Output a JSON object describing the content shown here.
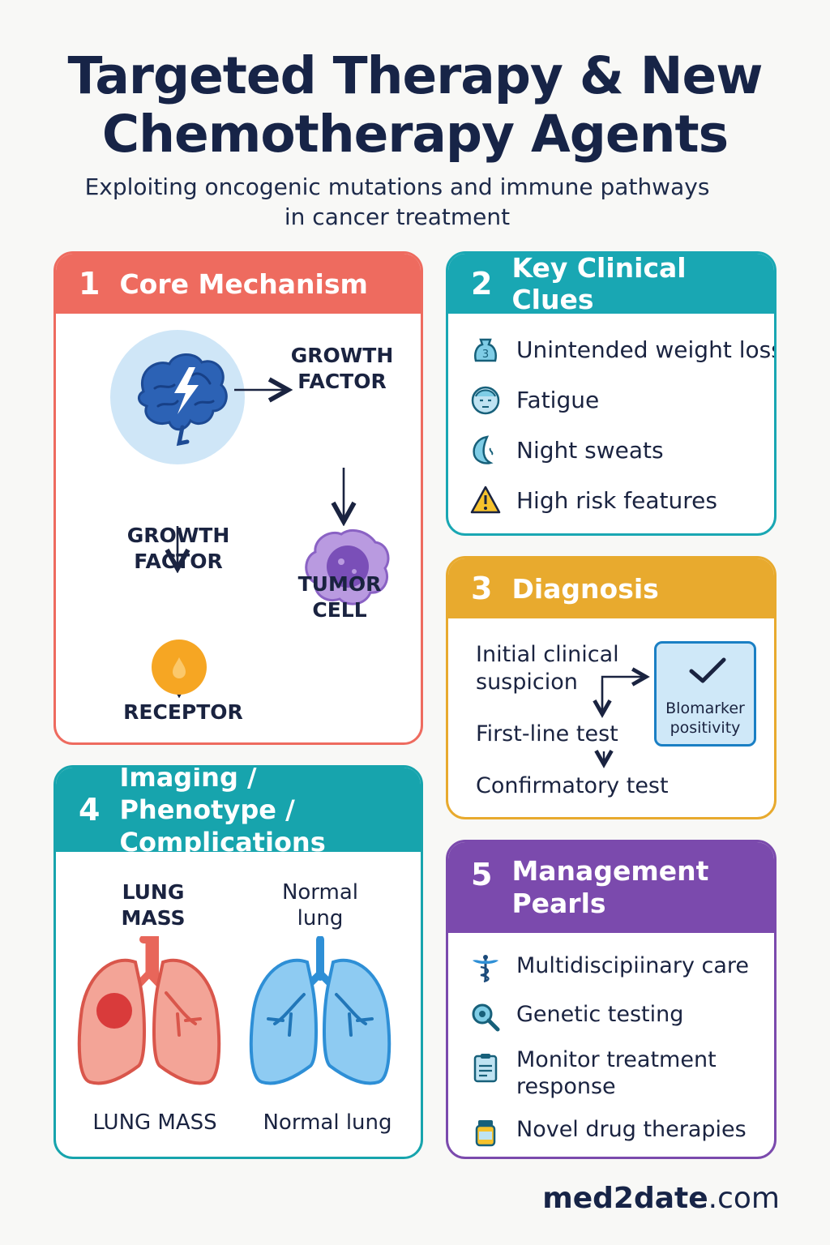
{
  "header": {
    "title_line1": "Targeted Therapy & New",
    "title_line2": "Chemotherapy Agents",
    "subtitle_line1": "Exploiting oncogenic mutations and immune pathways",
    "subtitle_line2": "in cancer treatment"
  },
  "core": {
    "num": "1",
    "title": "Core Mechanism",
    "growth_factor_right_1": "GROWTH",
    "growth_factor_right_2": "FACTOR",
    "growth_factor_left_1": "GROWTH",
    "growth_factor_left_2": "FACTOR",
    "tumor_1": "TUMOR",
    "tumor_2": "CELL",
    "receptor": "RECEPTOR"
  },
  "clues": {
    "num": "2",
    "title": "Key Clinical Clues",
    "items": [
      {
        "label": "Unintended weight loss",
        "icon": "weight-icon"
      },
      {
        "label": "Fatigue",
        "icon": "tired-face-icon"
      },
      {
        "label": "Night sweats",
        "icon": "moon-icon"
      },
      {
        "label": "High risk features",
        "icon": "warning-icon"
      }
    ]
  },
  "diagnosis": {
    "num": "3",
    "title": "Diagnosis",
    "step1_line1": "Initial clinical",
    "step1_line2": "suspicion",
    "step2": "First-line test",
    "step3": "Confirmatory test",
    "biomarker_line1": "Blomarker",
    "biomarker_line2": "positivity"
  },
  "imaging": {
    "num": "4",
    "title_line1": "Imaging / Phenotype /",
    "title_line2": "Complications",
    "top_left_1": "LUNG",
    "top_left_2": "MASS",
    "top_right_1": "Normal",
    "top_right_2": "lung",
    "bottom_left": "LUNG MASS",
    "bottom_right": "Normal lung"
  },
  "management": {
    "num": "5",
    "title_line1": "Management",
    "title_line2": "Pearls",
    "items": [
      {
        "label": "Multidiscipiinary care",
        "icon": "caduceus-icon"
      },
      {
        "label": "Genetic testing",
        "icon": "magnifier-icon"
      },
      {
        "label_line1": "Monitor treatment",
        "label_line2": "response",
        "icon": "clipboard-icon"
      },
      {
        "label": "Novel drug therapies",
        "icon": "pill-bottle-icon"
      }
    ]
  },
  "footer": {
    "brand_bold": "med2date",
    "brand_rest": ".com"
  },
  "colors": {
    "core": "#ee6b5f",
    "clues": "#19a7b3",
    "diagnosis": "#e8aa2e",
    "imaging": "#17a4ad",
    "management": "#7b4aad",
    "navy": "#172447"
  }
}
